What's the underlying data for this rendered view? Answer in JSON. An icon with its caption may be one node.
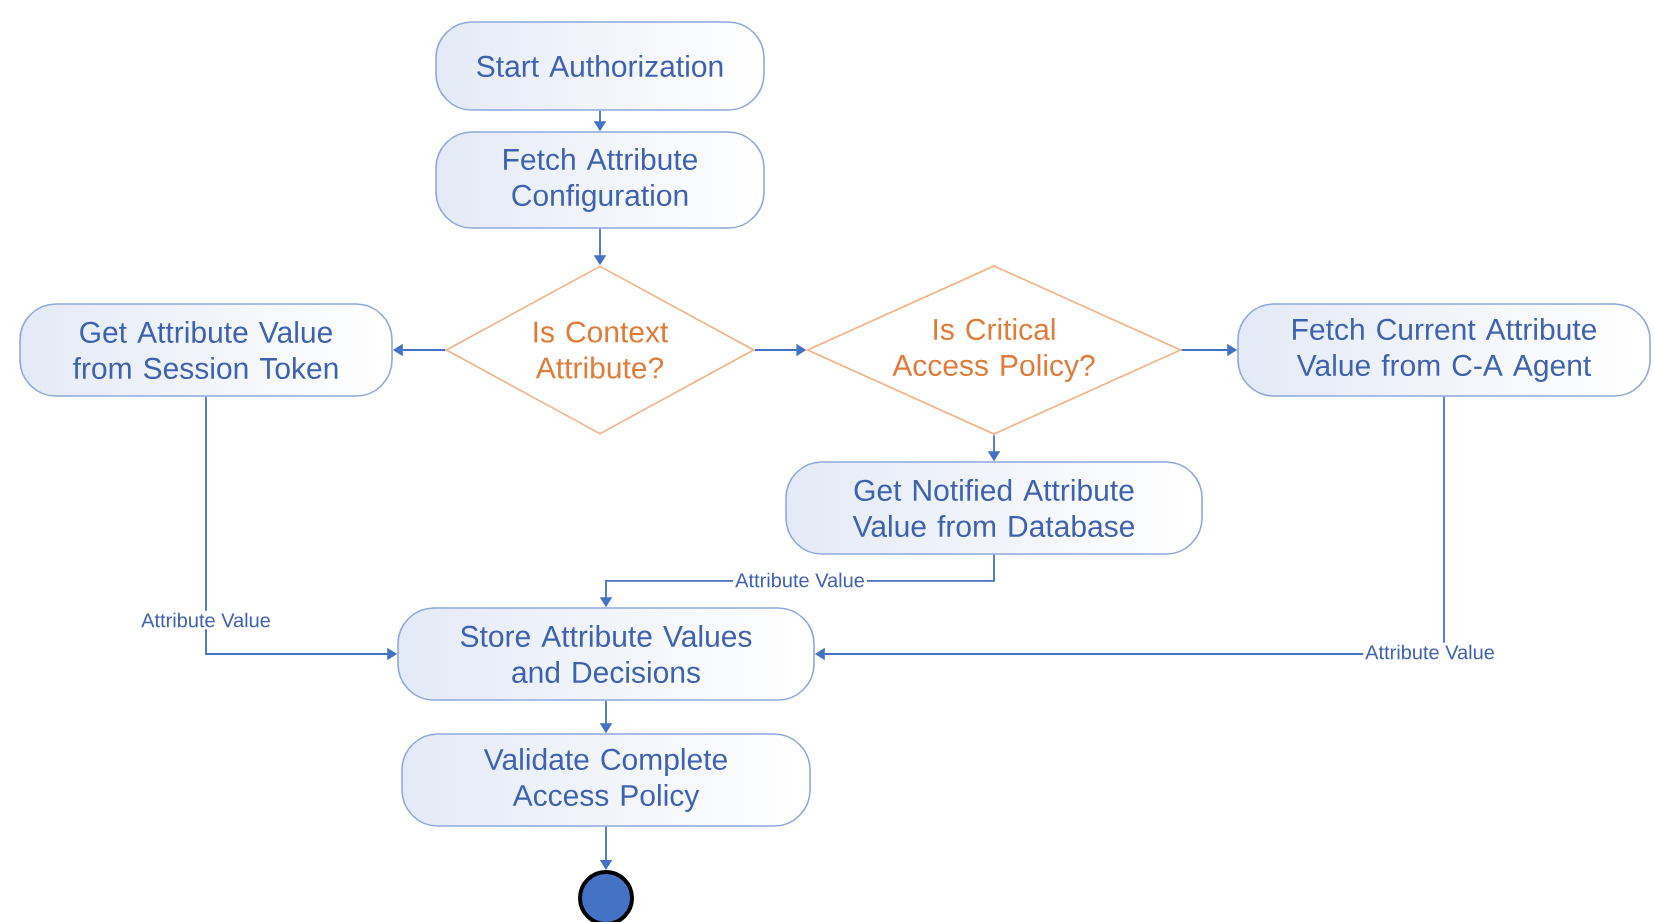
{
  "diagram": {
    "nodes": [
      {
        "text": [
          "Start Authorization"
        ]
      },
      {
        "text": [
          "Fetch Attribute Configuration"
        ]
      },
      {
        "text": [
          "Is Context Attribute?"
        ]
      },
      {
        "text": [
          "Get Attribute Value from Session Token"
        ]
      },
      {
        "text": [
          "Is Critical Access Policy?"
        ]
      },
      {
        "text": [
          "Fetch Current Attribute Value from C-A Agent"
        ]
      },
      {
        "text": [
          "Get Notified Attribute Value from Database"
        ]
      },
      {
        "text": [
          "Store Attribute Values and Decisions"
        ]
      },
      {
        "text": [
          "Validate Complete Access Policy"
        ]
      },
      {
        "text": [],
        "shape": "circle"
      }
    ],
    "edges": [
      {
        "from": 0,
        "to": 1,
        "arrow": "to"
      },
      {
        "from": 1,
        "to": 2,
        "arrow": "to"
      },
      {
        "from": 2,
        "to": 3,
        "arrow": "to"
      },
      {
        "from": 2,
        "to": 4,
        "arrow": "to"
      },
      {
        "from": 4,
        "to": 5,
        "arrow": "to"
      },
      {
        "from": 4,
        "to": 6,
        "arrow": "to"
      },
      {
        "from": 3,
        "to": 7,
        "arrow": "to",
        "label": "Attribute Value"
      },
      {
        "from": 6,
        "to": 7,
        "arrow": "to",
        "label": "Attribute Value"
      },
      {
        "from": 5,
        "to": 7,
        "arrow": "to",
        "label": "Attribute Value"
      },
      {
        "from": 7,
        "to": 8,
        "arrow": "to"
      },
      {
        "from": 8,
        "to": 9,
        "arrow": "to"
      }
    ]
  }
}
